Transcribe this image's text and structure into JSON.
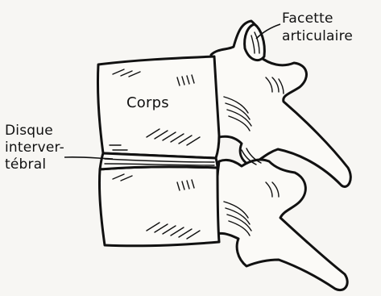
{
  "labels": {
    "corps": "Corps",
    "disque": "Disque\ninterver-\ntébral",
    "facette": "Facette\narticulaire"
  },
  "colors": {
    "ink": "#111111",
    "paper": "#f7f6f3"
  }
}
